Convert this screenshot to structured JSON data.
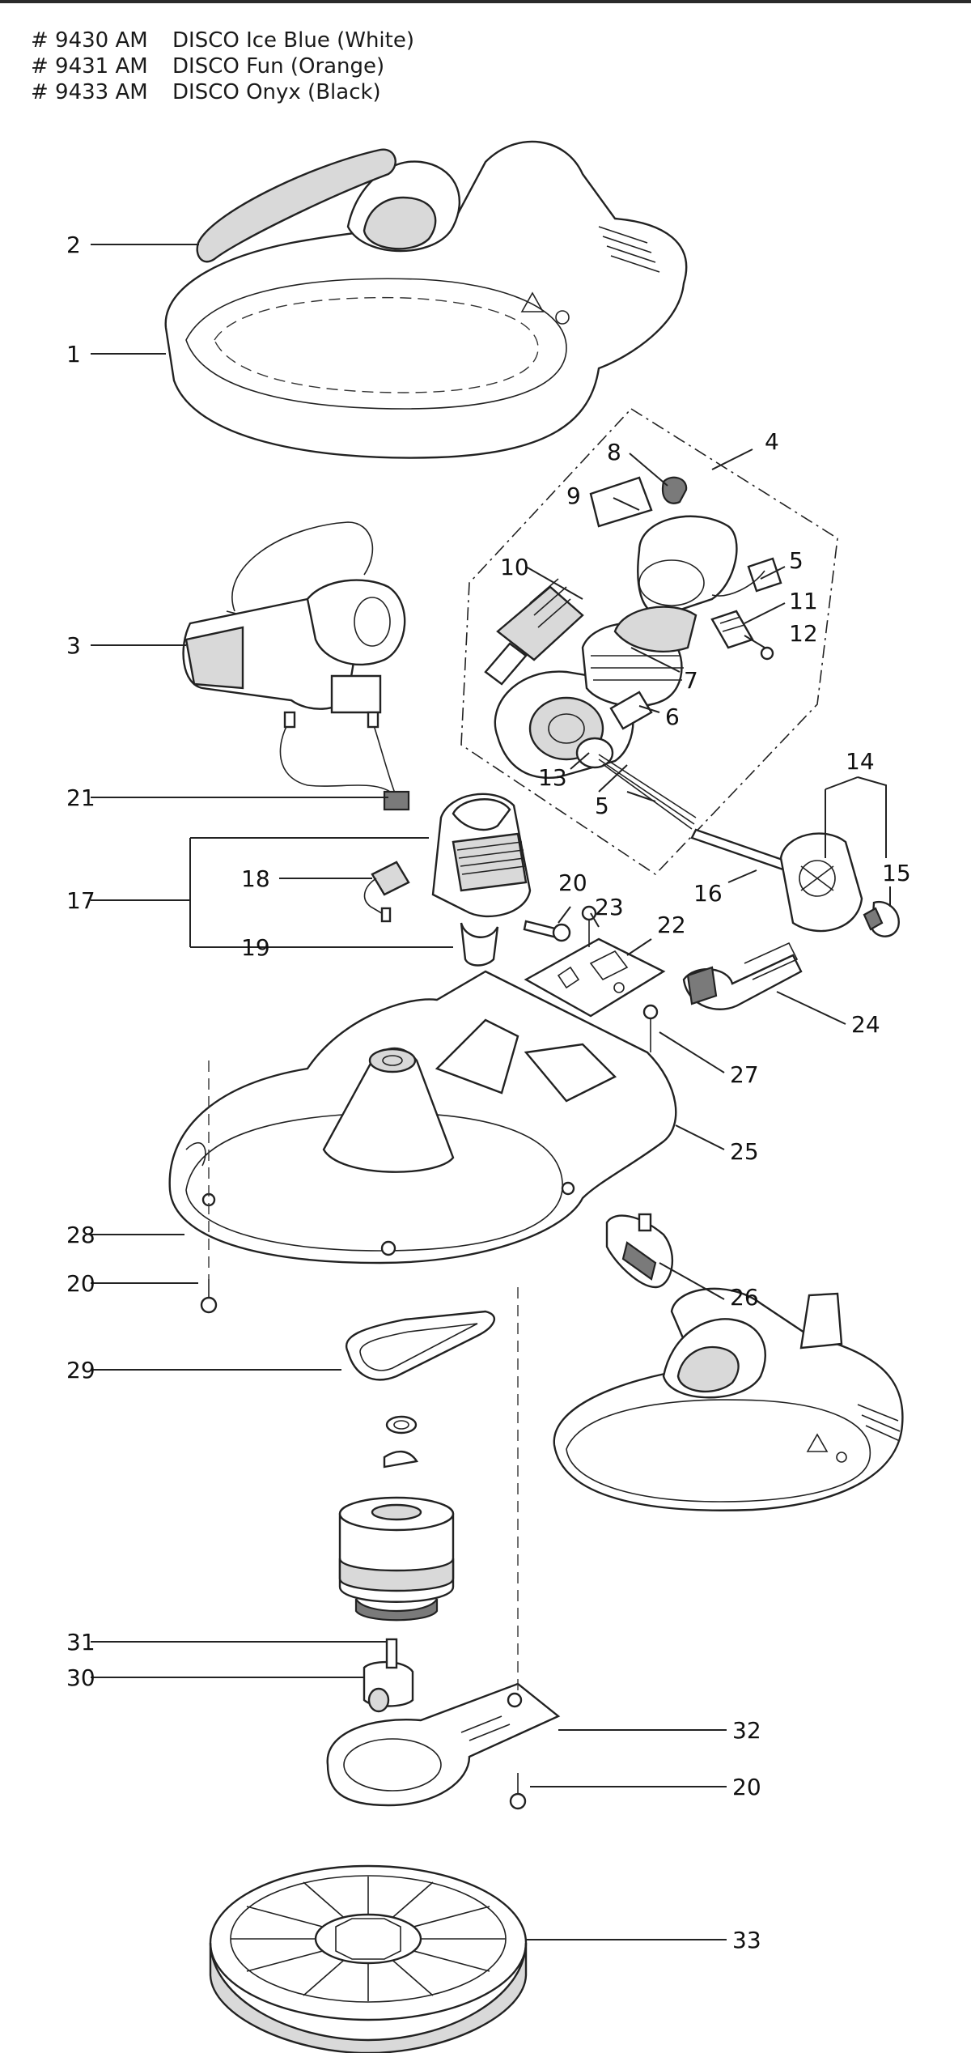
{
  "header": {
    "models": [
      {
        "code": "# 9430 AM",
        "name": "DISCO Ice Blue (White)"
      },
      {
        "code": "# 9431 AM",
        "name": "DISCO Fun (Orange)"
      },
      {
        "code": "# 9433 AM",
        "name": "DISCO Onyx (Black)"
      }
    ]
  },
  "callouts": {
    "p1": "1",
    "p2": "2",
    "p3": "3",
    "p4": "4",
    "p5a": "5",
    "p5b": "5",
    "p6": "6",
    "p7": "7",
    "p8": "8",
    "p9": "9",
    "p10": "10",
    "p11": "11",
    "p12": "12",
    "p13": "13",
    "p14": "14",
    "p15": "15",
    "p16": "16",
    "p17": "17",
    "p18": "18",
    "p19": "19",
    "p20a": "20",
    "p20b": "20",
    "p20c": "20",
    "p21": "21",
    "p22": "22",
    "p23": "23",
    "p24": "24",
    "p25": "25",
    "p26": "26",
    "p27": "27",
    "p28": "28",
    "p29": "29",
    "p30": "30",
    "p31": "31",
    "p32": "32",
    "p33": "33"
  }
}
